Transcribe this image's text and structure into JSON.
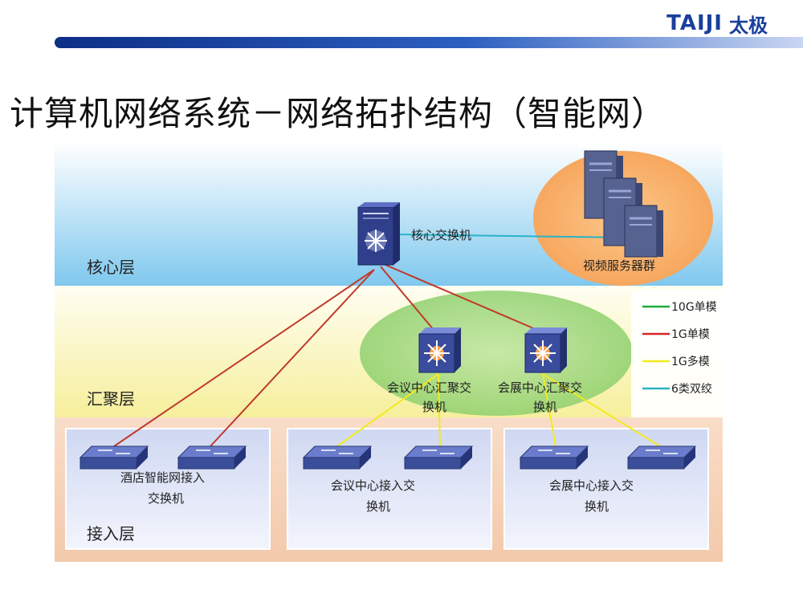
{
  "logo": {
    "text_en": "TAIJI",
    "text_cn": "太极"
  },
  "title": "计算机网络系统－网络拓扑结构（智能网）",
  "layers": {
    "core": "核心层",
    "aggregation": "汇聚层",
    "access": "接入层"
  },
  "devices": {
    "core_switch": "核心交换机",
    "video_servers": "视频服务器群",
    "conf_agg": [
      "会议中心汇聚交",
      "换机"
    ],
    "expo_agg": [
      "会展中心汇聚交",
      "换机"
    ],
    "hotel_access": [
      "酒店智能网接入",
      "交换机"
    ],
    "conf_access": [
      "会议中心接入交",
      "换机"
    ],
    "expo_access": [
      "会展中心接入交",
      "换机"
    ]
  },
  "legend": [
    {
      "label": "10G单模",
      "color": "#1faa3a"
    },
    {
      "label": "1G单模",
      "color": "#d62626"
    },
    {
      "label": "1G多模",
      "color": "#f2ea1f"
    },
    {
      "label": "6类双绞",
      "color": "#2ab3c8"
    }
  ],
  "colors": {
    "link_core_agg": "#c0392b",
    "link_core_access": "#c0392b",
    "link_agg_access": "#f2ea1f",
    "link_core_server": "#2ab3c8"
  }
}
